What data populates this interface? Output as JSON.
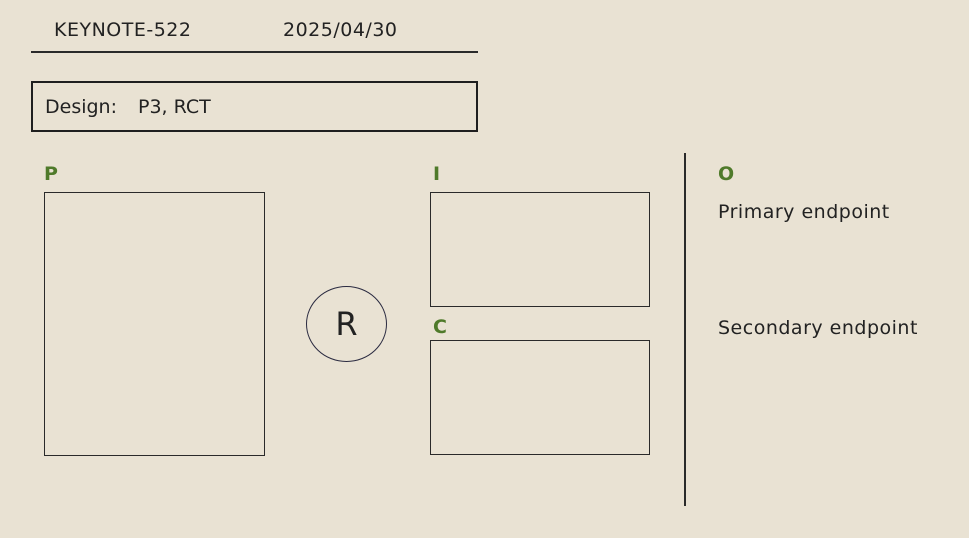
{
  "header": {
    "id": "KEYNOTE-522",
    "date": "2025/04/30"
  },
  "design": {
    "label": "Design:",
    "value": "P3, RCT"
  },
  "pico": {
    "p_label": "P",
    "i_label": "I",
    "c_label": "C",
    "o_label": "O",
    "randomization_label": "R"
  },
  "outcomes": {
    "primary": "Primary endpoint",
    "secondary": "Secondary endpoint"
  },
  "colors": {
    "background": "#e9e2d3",
    "pico_accent": "#4f7a2a",
    "line": "#2a2a2a"
  }
}
